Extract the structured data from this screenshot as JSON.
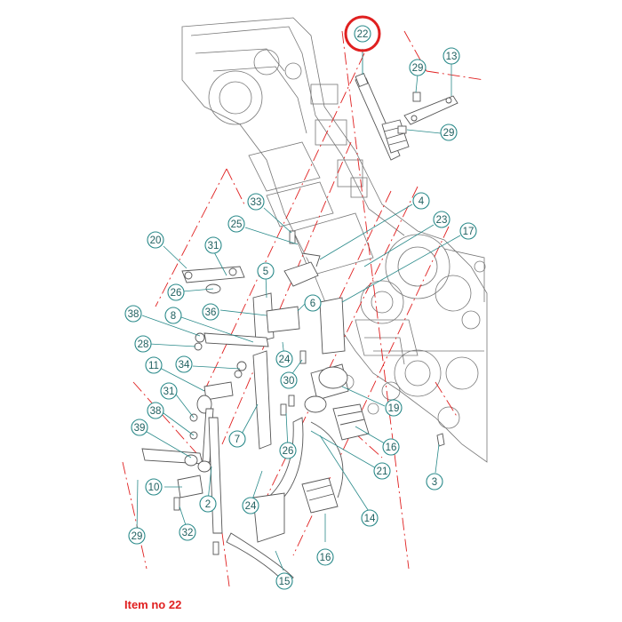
{
  "diagram": {
    "highlighted_item": "22",
    "callouts": [
      "22",
      "13",
      "29",
      "29",
      "33",
      "4",
      "23",
      "17",
      "25",
      "20",
      "31",
      "5",
      "26",
      "36",
      "6",
      "38",
      "8",
      "28",
      "24",
      "34",
      "30",
      "11",
      "31",
      "19",
      "38",
      "7",
      "26",
      "39",
      "16",
      "21",
      "10",
      "2",
      "24",
      "14",
      "29",
      "32",
      "16",
      "3",
      "15"
    ],
    "caption": "Item no 22",
    "colors": {
      "callout": "#2a8a8a",
      "callout_text": "#1f5f5f",
      "highlight": "#e02020",
      "line_red": "#e02020",
      "drawing": "#6a6a6a"
    }
  }
}
